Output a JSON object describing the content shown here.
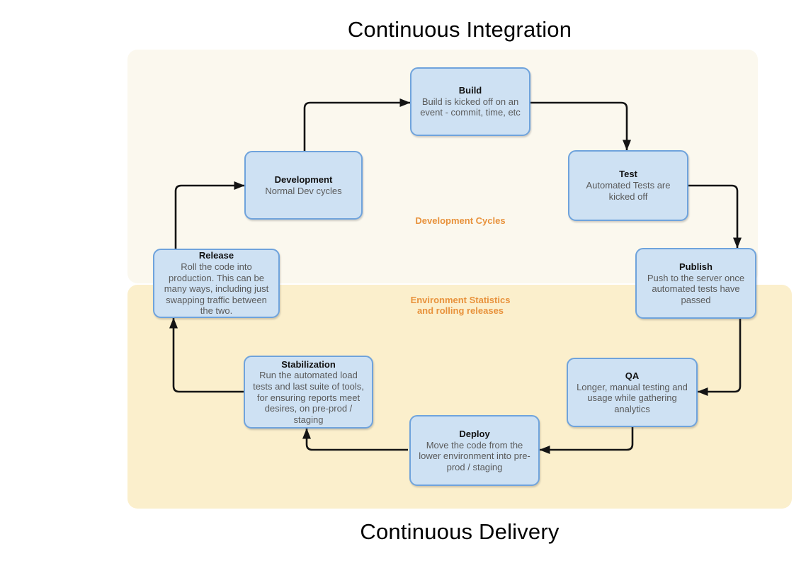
{
  "titles": {
    "top": "Continuous Integration",
    "bottom": "Continuous Delivery"
  },
  "zone_labels": {
    "development_cycles": "Development Cycles",
    "environment_statistics_line1": "Environment Statistics",
    "environment_statistics_line2": "and rolling releases"
  },
  "nodes": [
    {
      "id": "build",
      "title": "Build",
      "desc": "Build is kicked off on an event - commit, time, etc"
    },
    {
      "id": "test",
      "title": "Test",
      "desc": "Automated Tests are kicked off"
    },
    {
      "id": "publish",
      "title": "Publish",
      "desc": "Push to the server once automated tests have passed"
    },
    {
      "id": "qa",
      "title": "QA",
      "desc": "Longer, manual testing and usage while gathering analytics"
    },
    {
      "id": "deploy",
      "title": "Deploy",
      "desc": "Move the code from the lower environment into pre-prod / staging"
    },
    {
      "id": "stabilization",
      "title": "Stabilization",
      "desc": "Run the automated load tests and last suite of tools, for ensuring reports meet desires, on pre-prod / staging"
    },
    {
      "id": "release",
      "title": "Release",
      "desc": "Roll the code into production.  This can be many ways, including just swapping traffic between the two."
    },
    {
      "id": "development",
      "title": "Development",
      "desc": "Normal Dev cycles"
    }
  ],
  "flow_order": [
    "Development",
    "Build",
    "Test",
    "Publish",
    "QA",
    "Deploy",
    "Stabilization",
    "Release"
  ],
  "colors": {
    "ci_region_background": "#FBF8EE",
    "cd_region_background": "#FBEFCC",
    "node_fill": "#CEE1F3",
    "node_border": "#6FA3DC",
    "zone_label_text": "#E8923C",
    "node_desc_text": "#5A5A5A",
    "arrow": "#141414",
    "title_text": "#000000"
  }
}
